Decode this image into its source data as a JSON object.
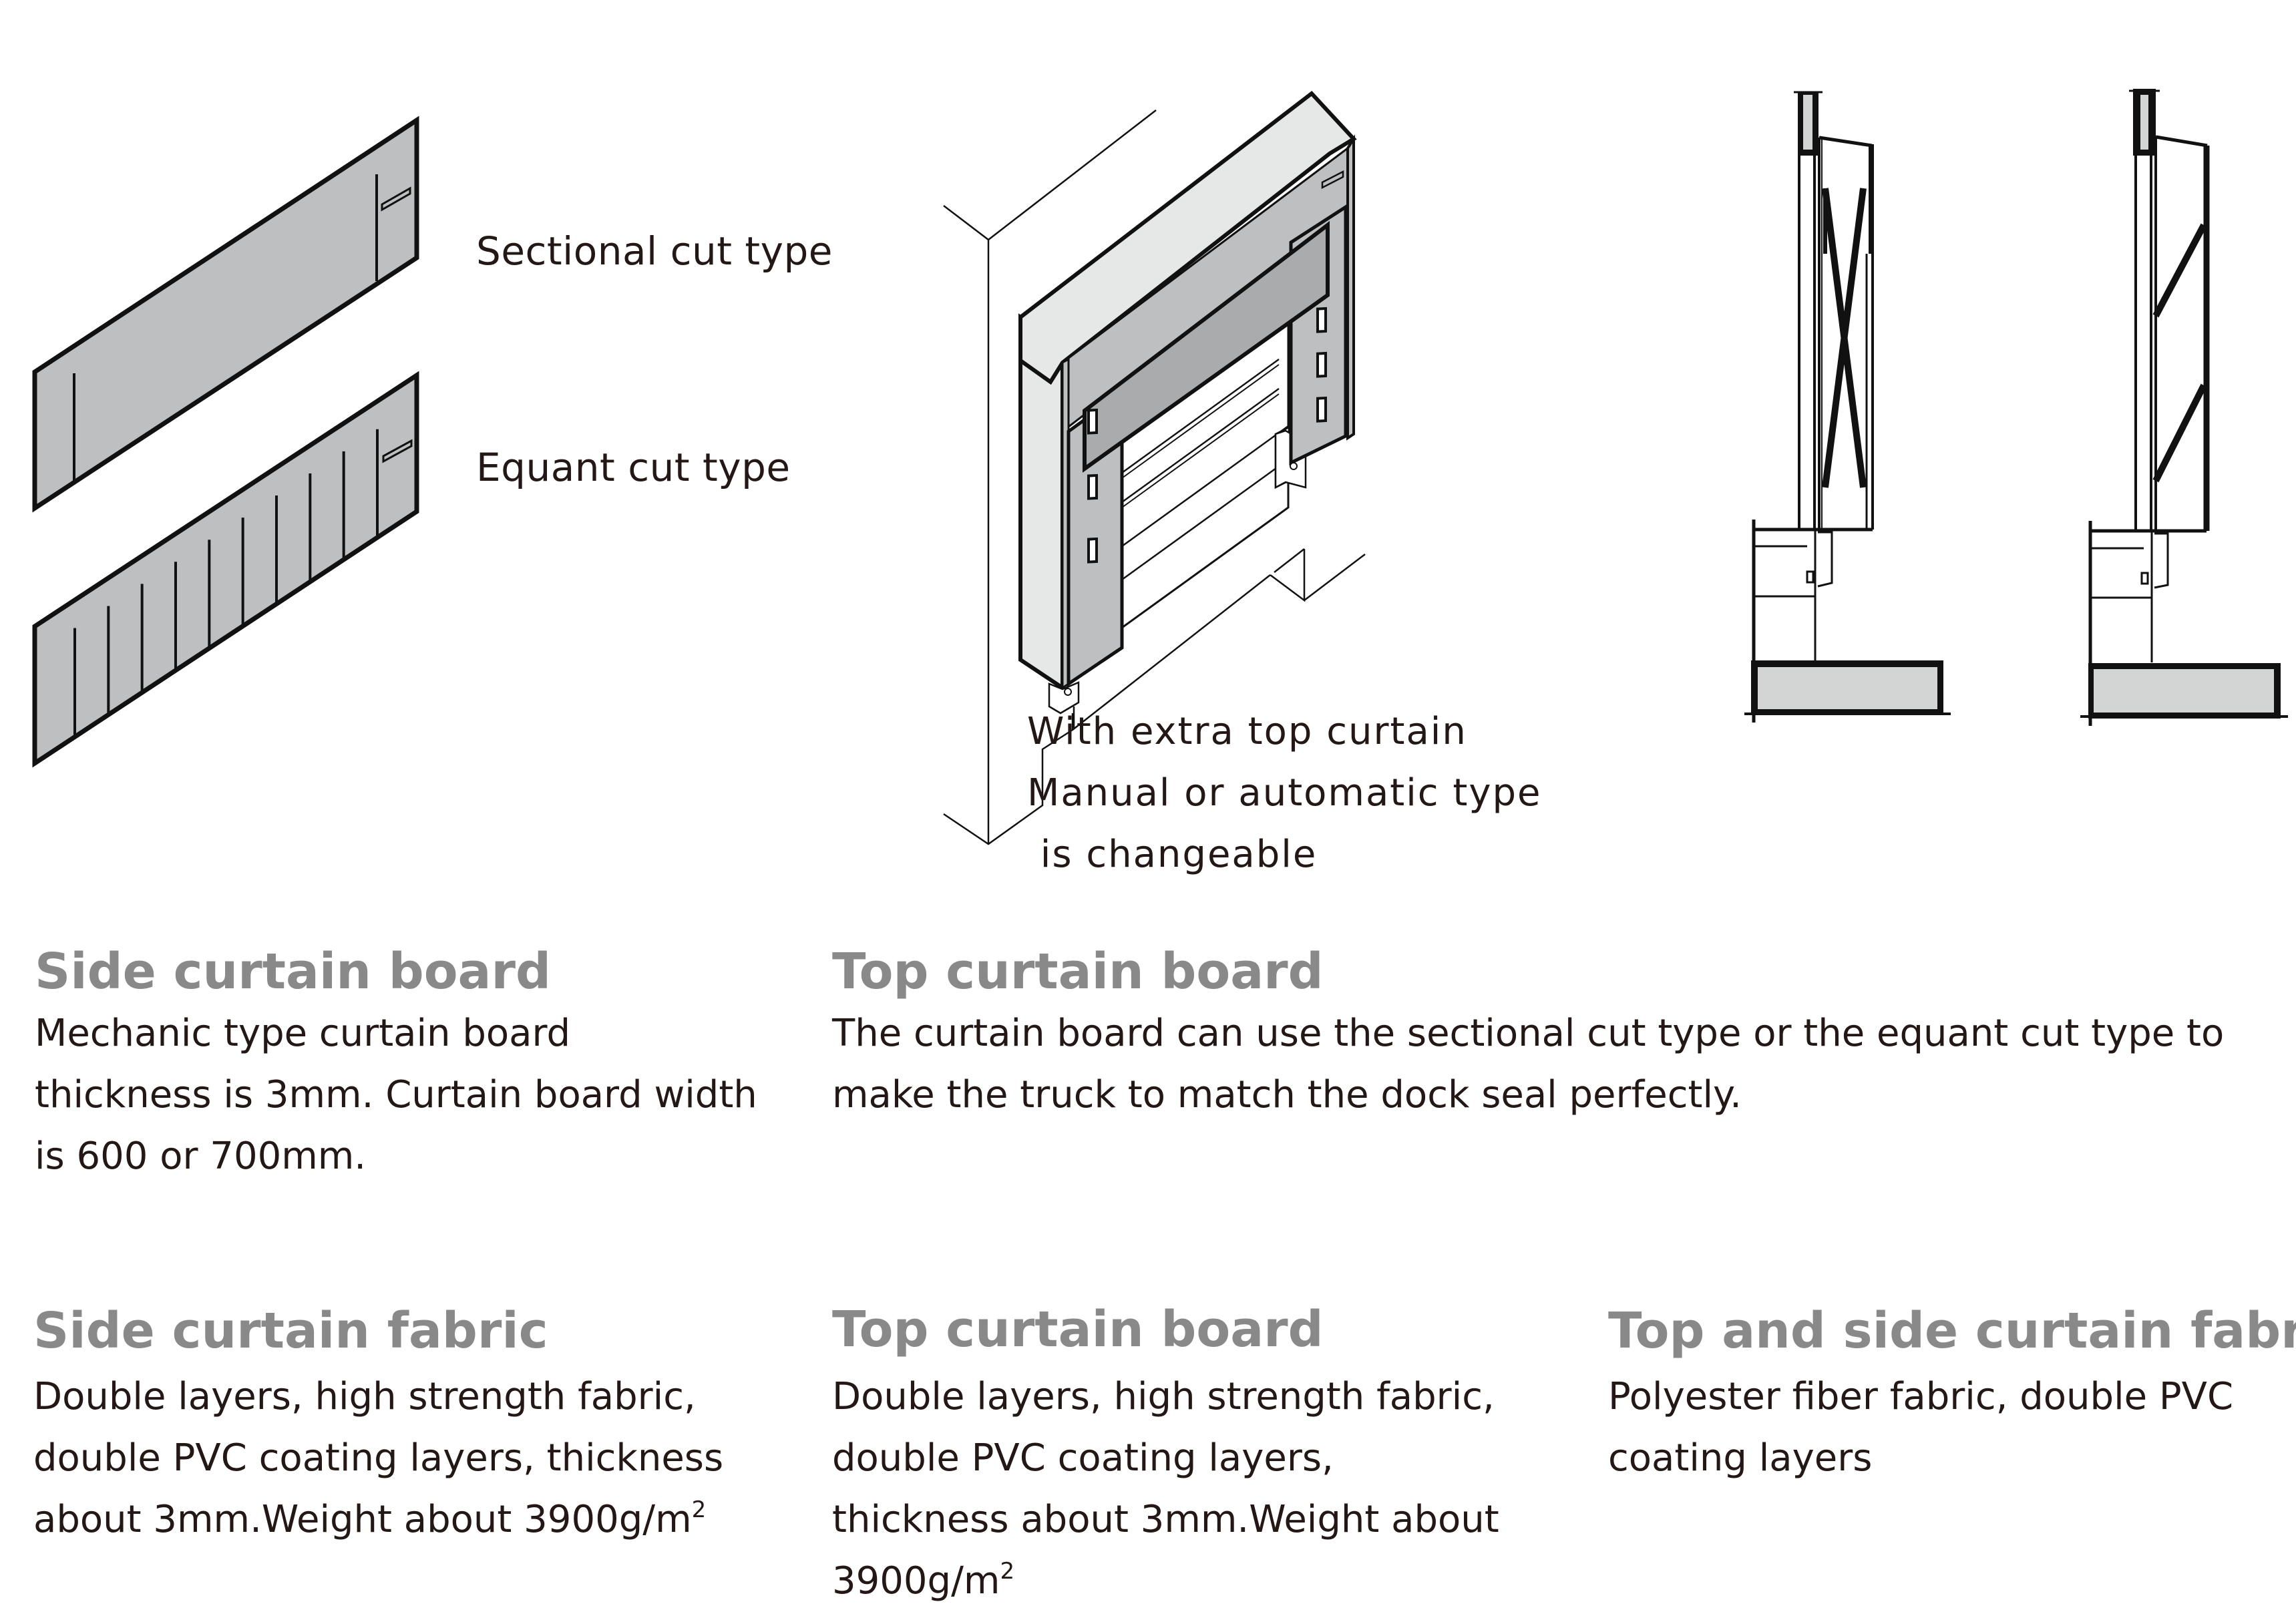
{
  "colors": {
    "panel_fill": "#bdbfc0",
    "panel_dark_fill": "#a9abad",
    "hood_fill": "#e6e7e7",
    "bumper_fill": "#d3d4d4",
    "outline": "#111111",
    "heading_text": "#898989",
    "body_text": "#231815"
  },
  "board_labels": {
    "sectional": "Sectional cut type",
    "equant": "Equant cut type"
  },
  "boards": {
    "equant_slit_count": 10
  },
  "door_caption": {
    "lines": [
      "With extra top curtain",
      "Manual or automatic type",
      " is changeable"
    ]
  },
  "sections": [
    {
      "heading": "Side curtain board",
      "lines": [
        "Mechanic type curtain board",
        "thickness is 3mm. Curtain board width",
        "is 600 or 700mm."
      ]
    },
    {
      "heading": "Top curtain board",
      "lines": [
        "The curtain board can use the sectional cut type or the equant cut type to",
        "make the truck to match the dock seal perfectly."
      ]
    },
    {
      "heading": "Side curtain fabric",
      "lines": [
        "Double layers, high strength fabric,",
        "double PVC coating layers, thickness",
        "about 3mm.Weight about 3900g/m"
      ],
      "superscript": "2"
    },
    {
      "heading": "Top curtain board",
      "lines": [
        "Double layers, high strength fabric,",
        "double PVC coating layers,",
        "thickness about 3mm.Weight about",
        "3900g/m"
      ],
      "superscript": "2"
    },
    {
      "heading": "Top and side curtain fabric",
      "lines": [
        "Polyester fiber fabric, double PVC",
        "coating layers"
      ]
    }
  ]
}
